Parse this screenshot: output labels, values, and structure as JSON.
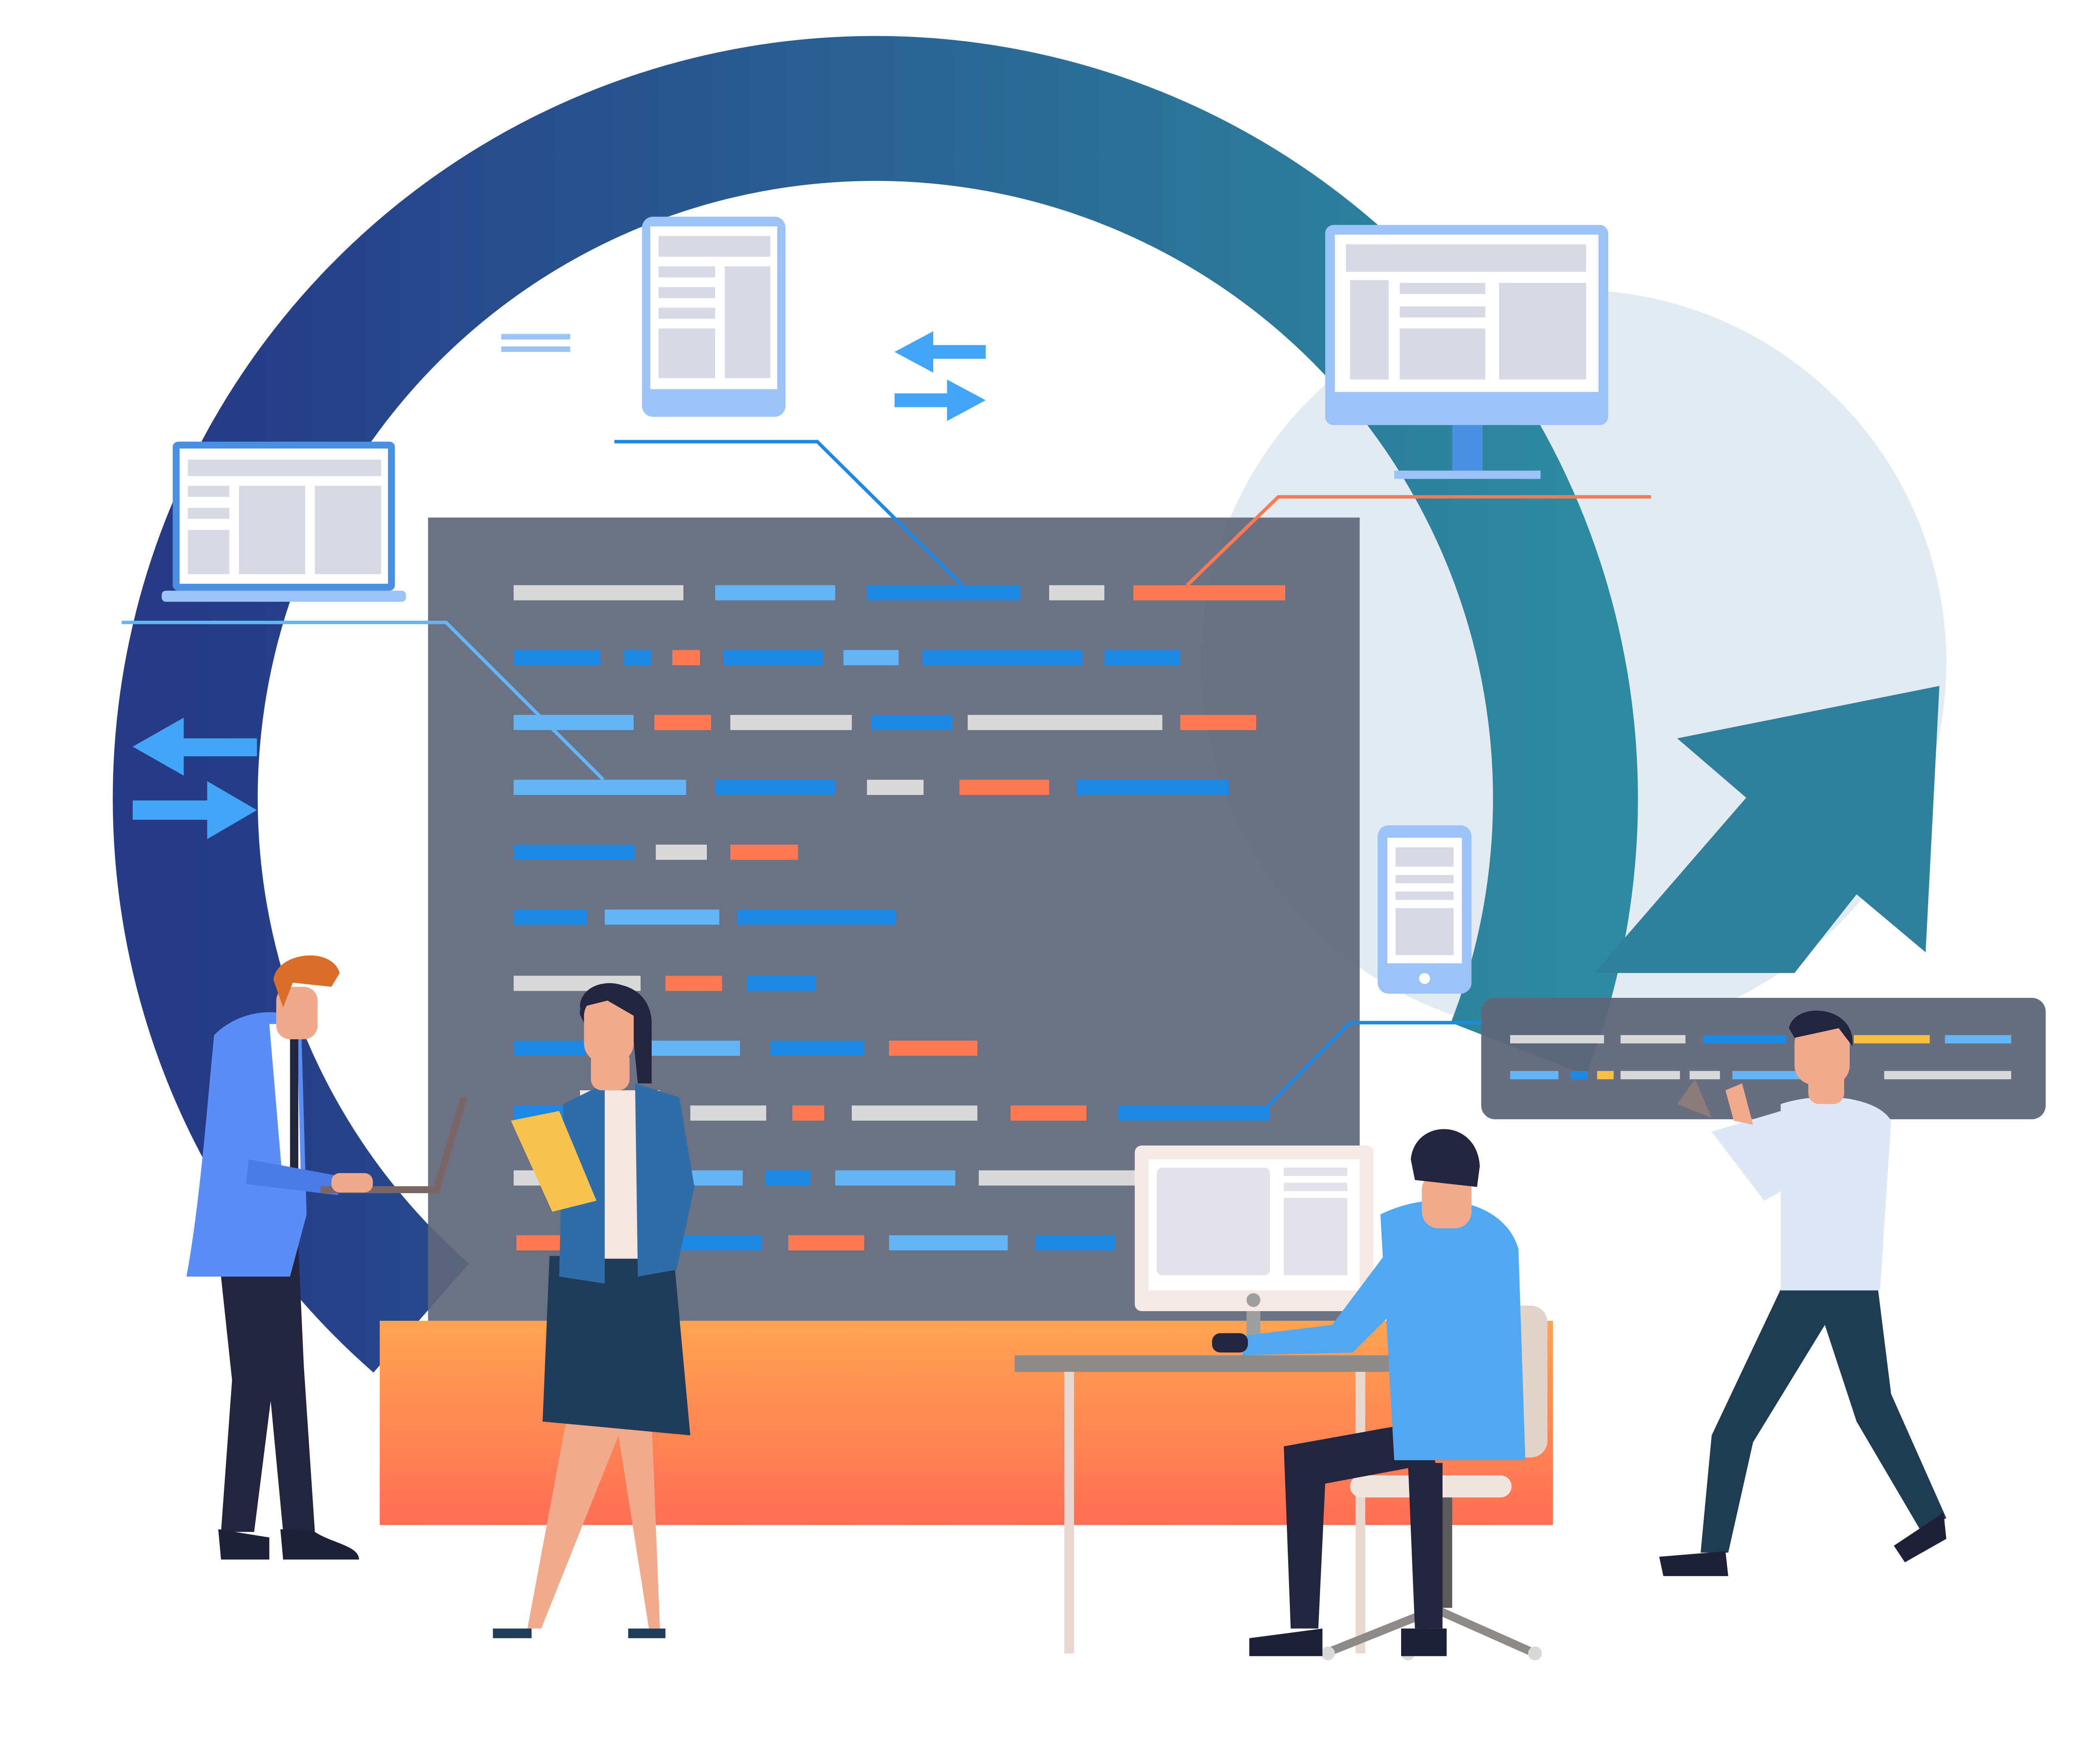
{
  "illustration": {
    "subject": "team-at-work-around-code-board",
    "colors": {
      "ring_start": "#263A86",
      "ring_end": "#2E8AA0",
      "circle_light": "#E2EBF1",
      "board": "#5E6678",
      "code_light": "#D9D9D9",
      "code_blue": "#1E88E5",
      "code_sky": "#64B5F6",
      "code_orange": "#FF7A52",
      "code_yellow": "#F5C044",
      "floor_orange_top": "#FFA451",
      "floor_orange_bottom": "#FF6E55",
      "device_frame": "#9CC3F7",
      "device_panel": "#D9D9E6",
      "arrow_blue": "#42A5F5",
      "arrow_teal": "#2E8AA0"
    },
    "icons": [
      "laptop-icon",
      "tablet-icon",
      "desktop-monitor-icon",
      "smartphone-icon",
      "sync-arrows-icon",
      "growth-arrow-icon"
    ],
    "people": [
      "man-with-laptop",
      "woman-with-folder",
      "man-at-desk",
      "man-gesturing"
    ]
  }
}
